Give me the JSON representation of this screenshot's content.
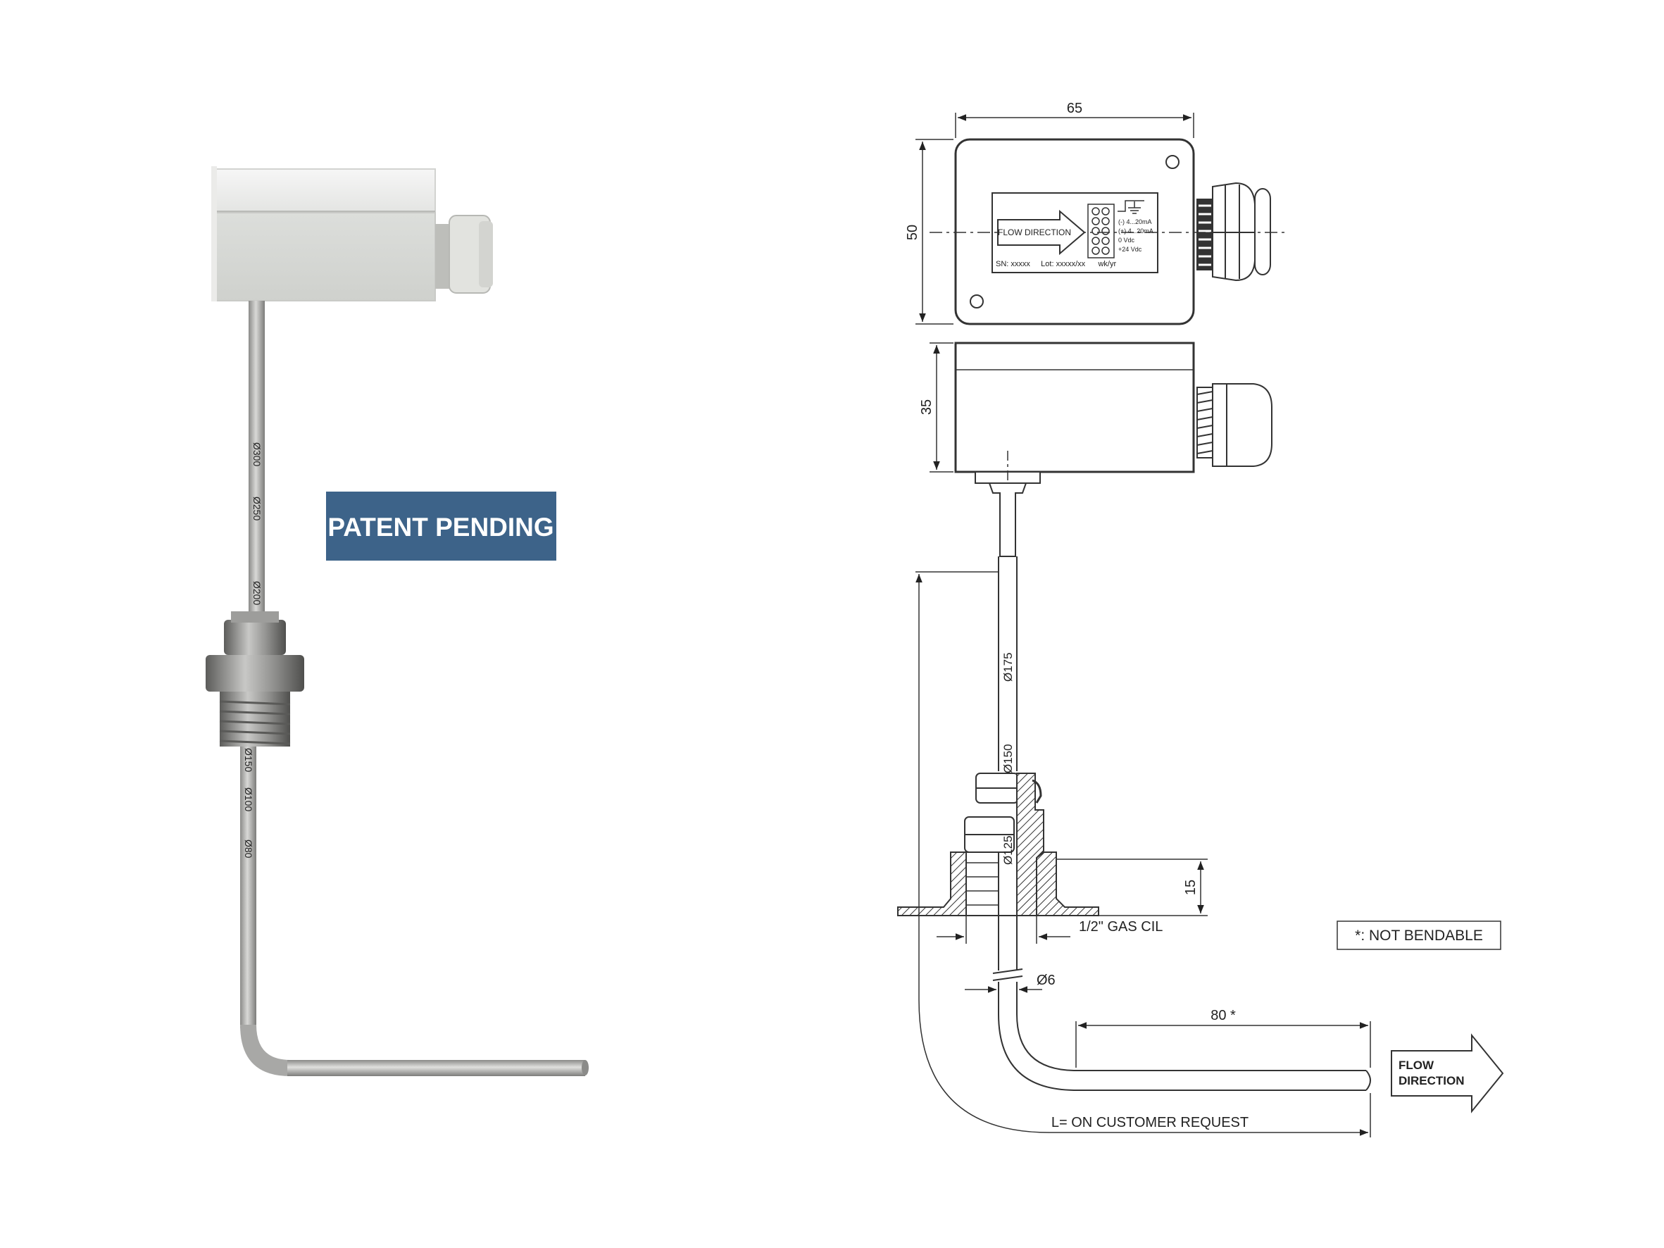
{
  "photo": {
    "badge_text": "PATENT PENDING",
    "badge_color": "#3d6389",
    "probe_markings": [
      "Ø300",
      "Ø250",
      "Ø200",
      "Ø150",
      "Ø100",
      "Ø80"
    ]
  },
  "drawing": {
    "dim_width": "65",
    "dim_height": "50",
    "dim_depth": "35",
    "dim_thread_height": "15",
    "thread_label": "1/2\" GAS CIL",
    "diameter_probe": "Ø6",
    "bend_length": "80 *",
    "total_length": "L= ON CUSTOMER REQUEST",
    "not_bendable": "*: NOT BENDABLE",
    "flow_direction_line1": "FLOW",
    "flow_direction_line2": "DIRECTION",
    "marks": [
      "Ø175",
      "Ø150",
      "Ø125"
    ],
    "label_plate": {
      "flow_text": "FLOW DIRECTION",
      "terminals": [
        "(-) 4...20mA",
        "(+) 4...20mA",
        "0 Vdc",
        "+24 Vdc"
      ],
      "serial_line": "SN: xxxxx     Lot: xxxxx/xx      wk/yr"
    }
  }
}
